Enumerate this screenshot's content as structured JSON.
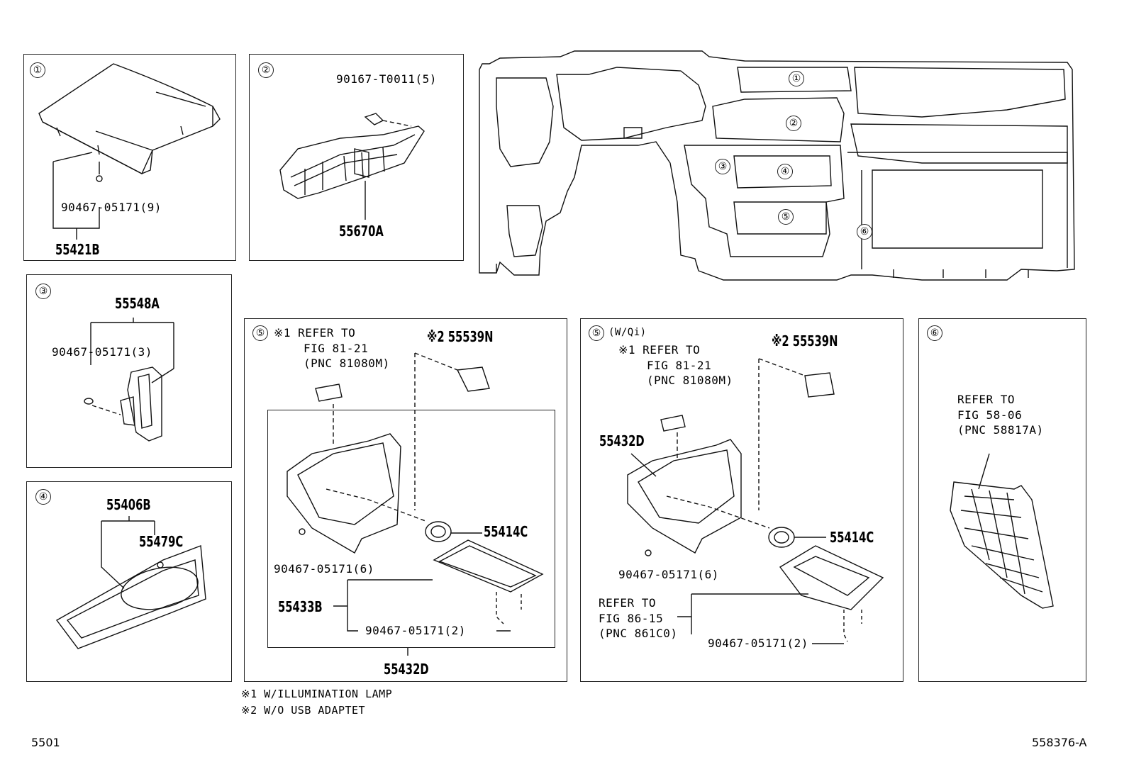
{
  "panels": {
    "p1": {
      "num": "①",
      "fastener": "90467-05171(9)",
      "part": "55421B"
    },
    "p2": {
      "num": "②",
      "fastener": "90167-T0011(5)",
      "part": "55670A"
    },
    "p3": {
      "num": "③",
      "part": "55548A",
      "fastener": "90467-05171(3)"
    },
    "p4": {
      "num": "④",
      "part": "55406B",
      "part2": "55479C"
    },
    "p5a": {
      "num": "⑤",
      "refer1": "※1 REFER TO",
      "refer2": "FIG 81-21",
      "refer3": "(PNC 81080M)",
      "note2": "※2 55539N",
      "part_c": "55414C",
      "fastener1": "90467-05171(6)",
      "part_b": "55433B",
      "fastener2": "90467-05171(2)",
      "part_d": "55432D"
    },
    "p5b": {
      "num": "⑤",
      "tag": "(W/Qi)",
      "refer1": "※1 REFER TO",
      "refer2": "FIG 81-21",
      "refer3": "(PNC 81080M)",
      "note2": "※2 55539N",
      "part_d": "55432D",
      "part_c": "55414C",
      "fastener1": "90467-05171(6)",
      "refer4": "REFER TO",
      "refer5": "FIG 86-15",
      "refer6": "(PNC 861C0)",
      "fastener2": "90467-05171(2)"
    },
    "p6": {
      "num": "⑥",
      "refer1": "REFER TO",
      "refer2": "FIG 58-06",
      "refer3": "(PNC 58817A)"
    }
  },
  "dash_labels": [
    "①",
    "②",
    "③",
    "④",
    "⑤",
    "⑥"
  ],
  "notes": [
    "※1 W/ILLUMINATION LAMP",
    "※2 W/O USB ADAPTET"
  ],
  "footer": {
    "left": "5501",
    "right": "558376-A"
  }
}
